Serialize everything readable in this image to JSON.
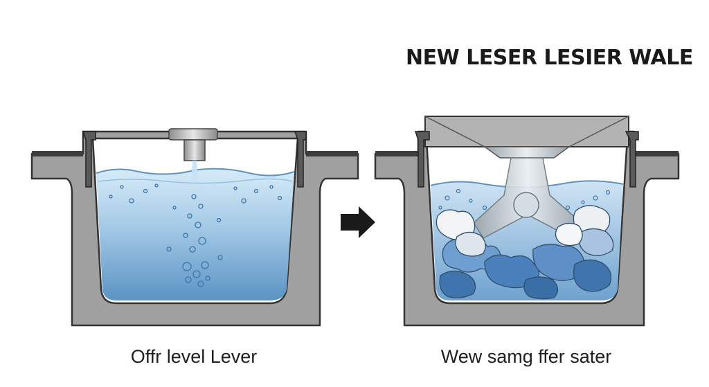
{
  "title": "NEW LESER LESIER WALE",
  "left_panel": {
    "caption": "Offr level Lever"
  },
  "right_panel": {
    "caption": "Wew samg ffer sater"
  },
  "arrow": {
    "direction": "right",
    "icon": "arrow-right-icon"
  },
  "colors": {
    "tank_gray": "#9a9a9a",
    "tank_outline": "#3a3a3a",
    "water_top": "#cfe4f4",
    "water_bottom": "#5f97c8",
    "arrow": "#1a1a1a"
  }
}
